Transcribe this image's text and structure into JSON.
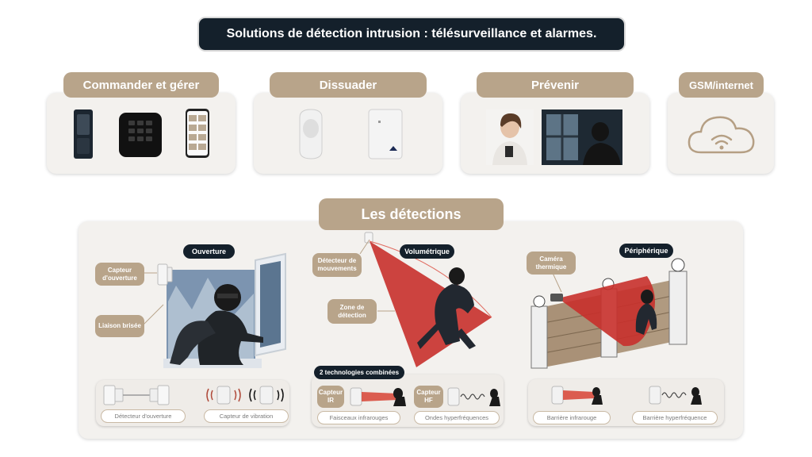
{
  "title": "Solutions de détection intrusion : télésurveillance et alarmes.",
  "top_sections": [
    {
      "label": "Commander et gérer"
    },
    {
      "label": "Dissuader"
    },
    {
      "label": "Prévenir"
    },
    {
      "label": "GSM/internet"
    }
  ],
  "detections": {
    "title": "Les détections",
    "ouverture": {
      "label": "Ouverture",
      "capteur": "Capteur d'ouverture",
      "liaison": "Liaison brisée",
      "captions": [
        "Détecteur d'ouverture",
        "Capteur de vibration"
      ]
    },
    "volumetrique": {
      "label": "Volumétrique",
      "detecteur": "Détecteur de mouvements",
      "zone": "Zone de détection",
      "combined_label": "2 technologies combinées",
      "capteur_ir": "Capteur IR",
      "capteur_hf": "Capteur HF",
      "captions": [
        "Faisceaux infrarouges",
        "Ondes hyperfréquences"
      ]
    },
    "peripherique": {
      "label": "Périphérique",
      "camera": "Caméra thermique",
      "captions": [
        "Barrière infrarouge",
        "Barrière hyperfréquence"
      ]
    }
  },
  "colors": {
    "dark": "#14202b",
    "tan": "#b8a48a",
    "detection_zone": "#c8302b"
  },
  "icons": [
    "keypad-icon",
    "keypad-black-icon",
    "smartphone-icon",
    "motion-sensor-icon",
    "siren-icon",
    "woman-phone-photo",
    "intruder-window-photo",
    "cloud-wifi-icon"
  ]
}
